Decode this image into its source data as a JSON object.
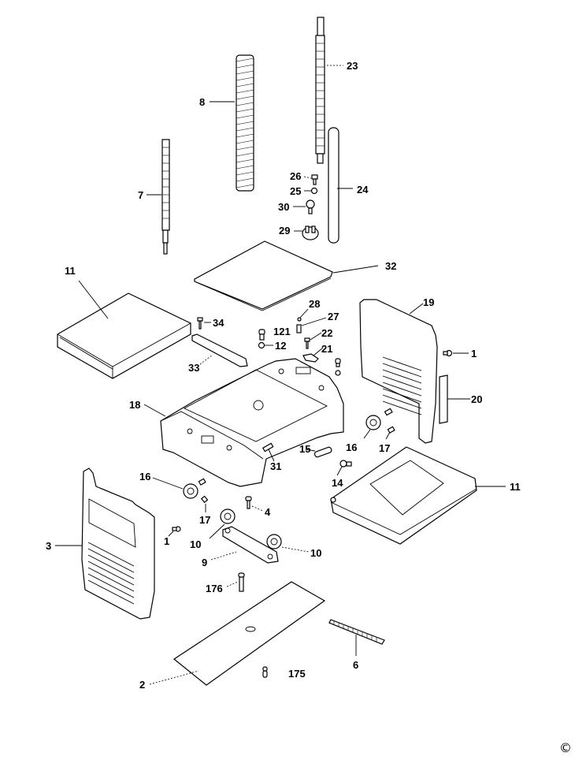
{
  "diagram": {
    "title": "",
    "type": "exploded-parts-view",
    "copyright_symbol": "©",
    "parts": [
      {
        "id": "p23",
        "label": "23",
        "name": "threaded-column-long"
      },
      {
        "id": "p8",
        "label": "8",
        "name": "coil-spring"
      },
      {
        "id": "p26",
        "label": "26",
        "name": "screw"
      },
      {
        "id": "p25",
        "label": "25",
        "name": "washer"
      },
      {
        "id": "p24",
        "label": "24",
        "name": "column-tube"
      },
      {
        "id": "p7",
        "label": "7",
        "name": "threaded-column"
      },
      {
        "id": "p30",
        "label": "30",
        "name": "knob-screw"
      },
      {
        "id": "p29",
        "label": "29",
        "name": "nut"
      },
      {
        "id": "p11a",
        "label": "11",
        "name": "table-plate-left"
      },
      {
        "id": "p32",
        "label": "32",
        "name": "cover-plate"
      },
      {
        "id": "p28",
        "label": "28",
        "name": "ball"
      },
      {
        "id": "p27",
        "label": "27",
        "name": "pin"
      },
      {
        "id": "p19",
        "label": "19",
        "name": "side-panel-right"
      },
      {
        "id": "p34",
        "label": "34",
        "name": "screw"
      },
      {
        "id": "p121",
        "label": "121",
        "name": "bolt"
      },
      {
        "id": "p22",
        "label": "22",
        "name": "screw"
      },
      {
        "id": "p12",
        "label": "12",
        "name": "washer"
      },
      {
        "id": "p21",
        "label": "21",
        "name": "clamp"
      },
      {
        "id": "p1a",
        "label": "1",
        "name": "screw-right"
      },
      {
        "id": "p33",
        "label": "33",
        "name": "bracket"
      },
      {
        "id": "p20",
        "label": "20",
        "name": "label-strip"
      },
      {
        "id": "p18",
        "label": "18",
        "name": "base-housing"
      },
      {
        "id": "p16a",
        "label": "16",
        "name": "gear-right"
      },
      {
        "id": "p17a",
        "label": "17",
        "name": "pin-right"
      },
      {
        "id": "p15",
        "label": "15",
        "name": "key"
      },
      {
        "id": "p31",
        "label": "31",
        "name": "pin"
      },
      {
        "id": "p14",
        "label": "14",
        "name": "bolt-nut"
      },
      {
        "id": "p16b",
        "label": "16",
        "name": "gear-left"
      },
      {
        "id": "p11b",
        "label": "11",
        "name": "table-plate-right"
      },
      {
        "id": "p4",
        "label": "4",
        "name": "bolt"
      },
      {
        "id": "p17b",
        "label": "17",
        "name": "pin-left"
      },
      {
        "id": "p1b",
        "label": "1",
        "name": "screw-left"
      },
      {
        "id": "p3",
        "label": "3",
        "name": "side-panel-left"
      },
      {
        "id": "p10a",
        "label": "10",
        "name": "gear"
      },
      {
        "id": "p10b",
        "label": "10",
        "name": "gear"
      },
      {
        "id": "p9",
        "label": "9",
        "name": "gear-link-plate"
      },
      {
        "id": "p176",
        "label": "176",
        "name": "bolt"
      },
      {
        "id": "p6",
        "label": "6",
        "name": "chain"
      },
      {
        "id": "p2",
        "label": "2",
        "name": "base-plate"
      },
      {
        "id": "p175",
        "label": "175",
        "name": "screw"
      }
    ]
  }
}
